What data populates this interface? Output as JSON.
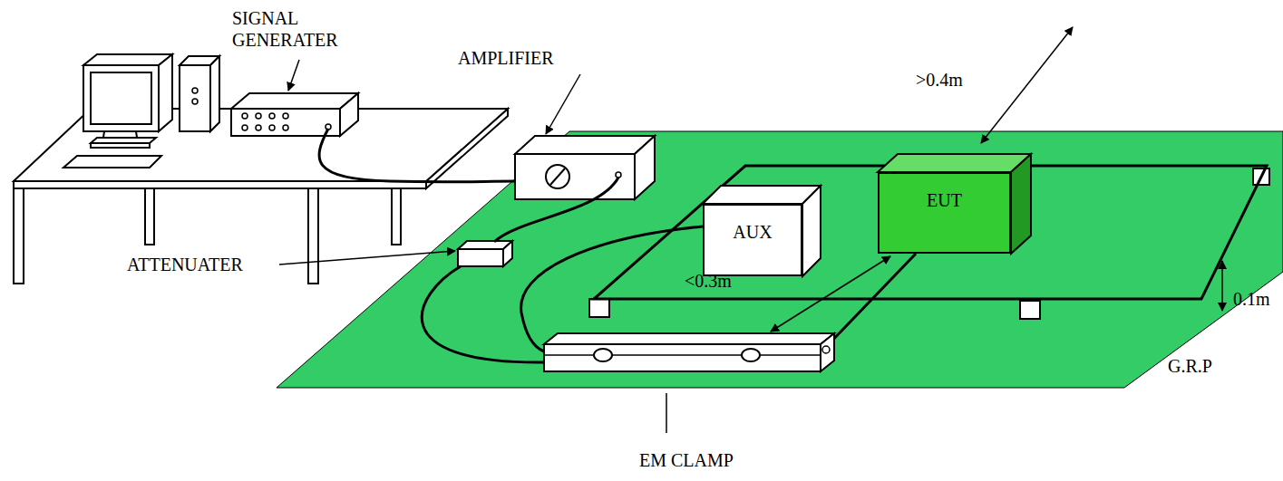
{
  "diagram": {
    "nodes": [
      {
        "text": [
          "AUX"
        ]
      },
      {
        "text": [
          "EUT"
        ]
      }
    ],
    "labels": [
      "SIGNAL GENERATER",
      "AMPLIFIER",
      ">0.4m",
      "ATTENUATER",
      "<0.3m",
      "0.1m",
      "G.R.P",
      "EM CLAMP"
    ]
  }
}
